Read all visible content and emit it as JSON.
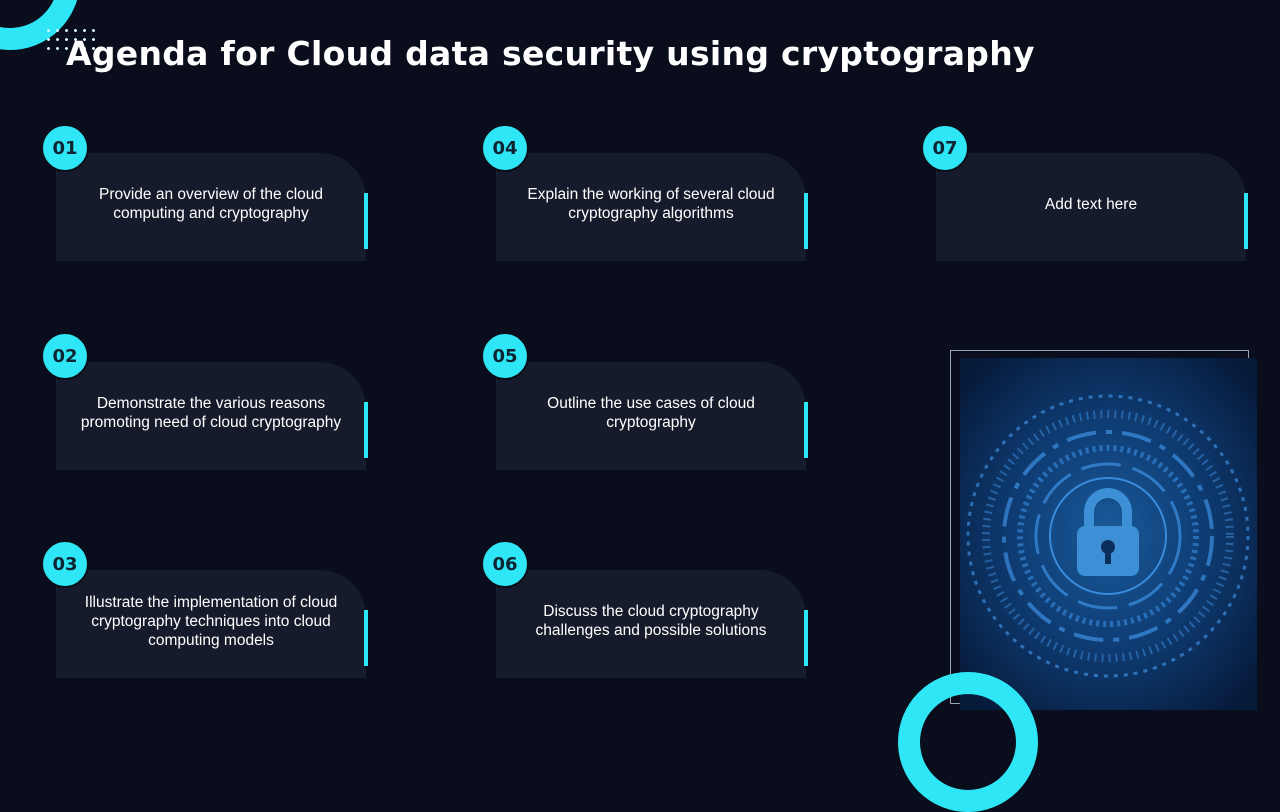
{
  "slide": {
    "title": "Agenda for Cloud data security using cryptography"
  },
  "agenda": {
    "items": [
      {
        "number": "01",
        "text": "Provide an overview of the cloud computing and cryptography"
      },
      {
        "number": "02",
        "text": "Demonstrate the various reasons promoting need of cloud cryptography"
      },
      {
        "number": "03",
        "text": "Illustrate  the implementation  of cloud cryptography  techniques into cloud computing models"
      },
      {
        "number": "04",
        "text": "Explain the working of several cloud cryptography  algorithms"
      },
      {
        "number": "05",
        "text": "Outline  the use cases of cloud cryptography"
      },
      {
        "number": "06",
        "text": "Discuss the cloud cryptography challenges and possible solutions"
      },
      {
        "number": "07",
        "text": "Add text here"
      }
    ]
  },
  "image": {
    "icon": "padlock-icon"
  },
  "colors": {
    "background": "#0a0e1c",
    "accent": "#2ee6f5",
    "card": "#161b2b"
  }
}
